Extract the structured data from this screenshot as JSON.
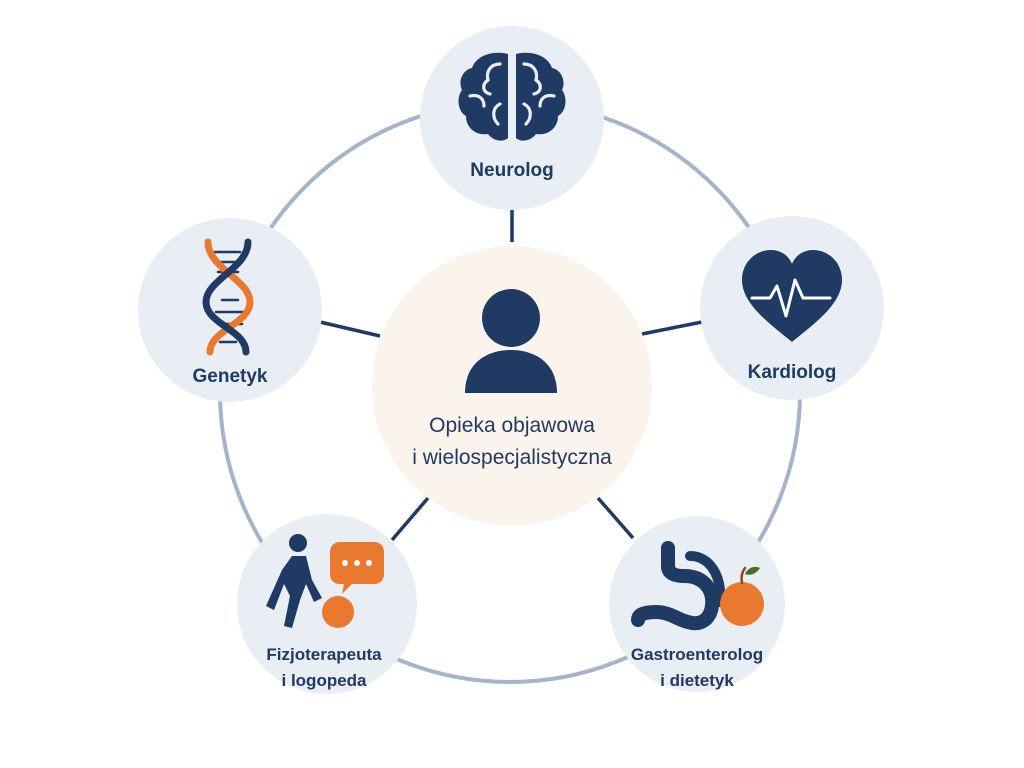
{
  "center": {
    "line1": "Opieka objawowa",
    "line2": "i wielospecjalistyczna",
    "icon": "person-icon"
  },
  "nodes": {
    "neurolog": {
      "label": "Neurolog",
      "icon": "brain-icon"
    },
    "kardiolog": {
      "label": "Kardiolog",
      "icon": "heart-pulse-icon"
    },
    "gastro": {
      "label1": "Gastroenterolog",
      "label2": "i dietetyk",
      "icon": "stomach-apple-icon"
    },
    "fizjo": {
      "label1": "Fizjoterapeuta",
      "label2": "i logopeda",
      "icon": "walking-person-speech-icon"
    },
    "genetyk": {
      "label": "Genetyk",
      "icon": "dna-icon"
    }
  },
  "colors": {
    "navy": "#1f3a63",
    "orange": "#e8792f",
    "node_fill": "#e9eef5",
    "center_fill": "#fbf4ec",
    "ring": "#a3b4cc"
  }
}
